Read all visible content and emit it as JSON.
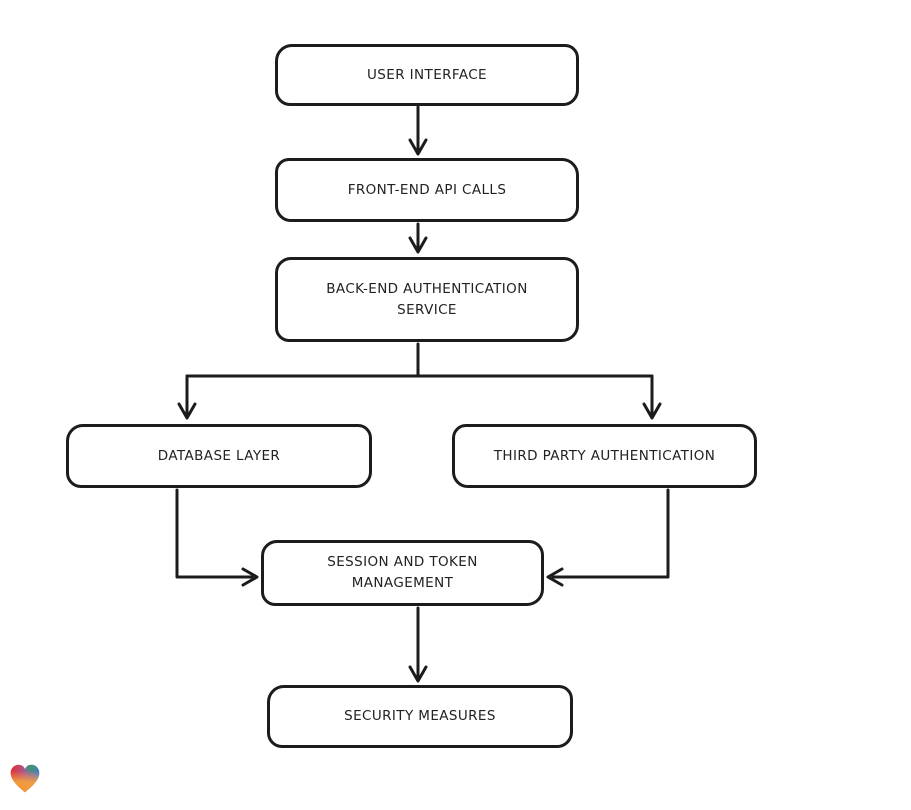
{
  "diagram": {
    "background": "#ffffff",
    "stroke_color": "#1c1c1c",
    "nodes": [
      {
        "id": "user-interface",
        "label": "USER INTERFACE"
      },
      {
        "id": "front-end-api-calls",
        "label": "FRONT-END API CALLS"
      },
      {
        "id": "back-end-authentication-service",
        "label": "BACK-END AUTHENTICATION SERVICE"
      },
      {
        "id": "database-layer",
        "label": "DATABASE LAYER"
      },
      {
        "id": "third-party-authentication",
        "label": "THIRD PARTY AUTHENTICATION"
      },
      {
        "id": "session-and-token-management",
        "label": "SESSION AND TOKEN MANAGEMENT"
      },
      {
        "id": "security-measures",
        "label": "SECURITY MEASURES"
      }
    ],
    "edges": [
      {
        "from": "user-interface",
        "to": "front-end-api-calls"
      },
      {
        "from": "front-end-api-calls",
        "to": "back-end-authentication-service"
      },
      {
        "from": "back-end-authentication-service",
        "to": "database-layer"
      },
      {
        "from": "back-end-authentication-service",
        "to": "third-party-authentication"
      },
      {
        "from": "database-layer",
        "to": "session-and-token-management"
      },
      {
        "from": "third-party-authentication",
        "to": "session-and-token-management"
      },
      {
        "from": "session-and-token-management",
        "to": "security-measures"
      }
    ],
    "watermark": {
      "icon": "gradient-heart-icon",
      "colors": [
        "#e3302f",
        "#2f9e6e",
        "#3b7ad9",
        "#f6a13c"
      ]
    }
  }
}
